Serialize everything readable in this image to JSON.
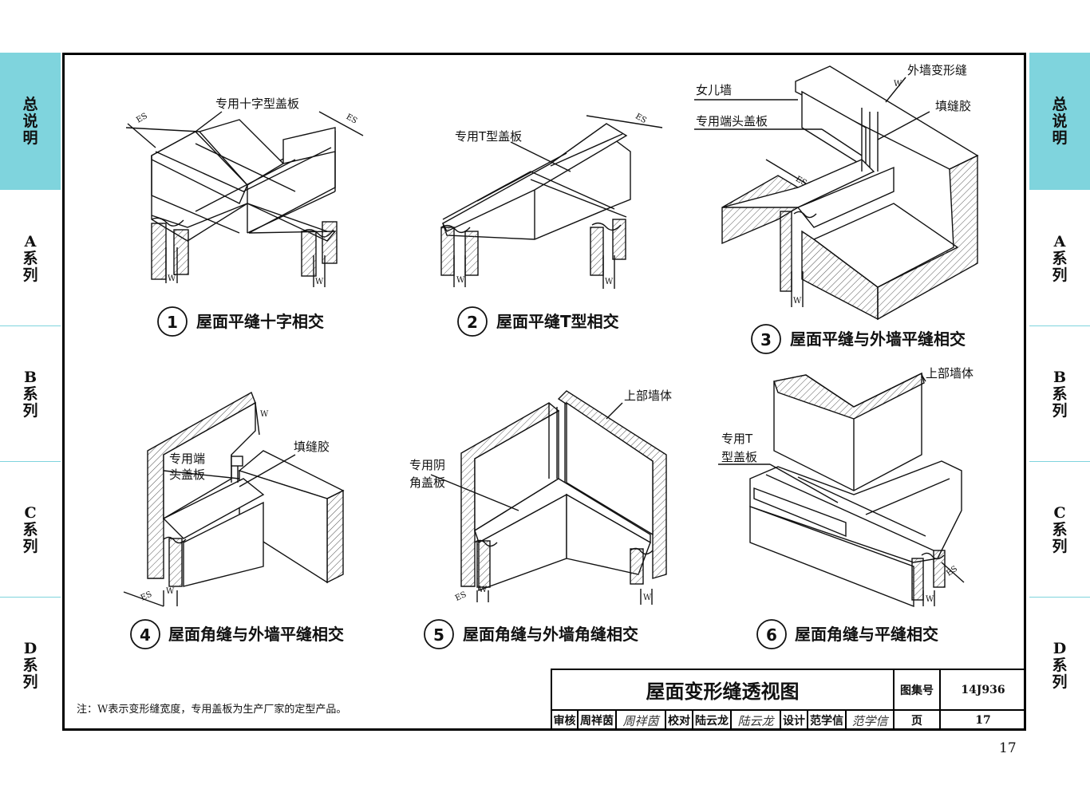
{
  "side_tabs": [
    {
      "label": "总说明",
      "active": true
    },
    {
      "label": "A系列",
      "active": false
    },
    {
      "label": "B系列",
      "active": false
    },
    {
      "label": "C系列",
      "active": false
    },
    {
      "label": "D系列",
      "active": false
    }
  ],
  "figures": [
    {
      "num": "1",
      "caption": "屋面平缝十字相交",
      "labels": [
        "专用十字型盖板"
      ]
    },
    {
      "num": "2",
      "caption": "屋面平缝T型相交",
      "labels": [
        "专用T型盖板"
      ]
    },
    {
      "num": "3",
      "caption": "屋面平缝与外墙平缝相交",
      "labels": [
        "外墙变形缝",
        "女儿墙",
        "填缝胶",
        "专用端头盖板"
      ]
    },
    {
      "num": "4",
      "caption": "屋面角缝与外墙平缝相交",
      "labels": [
        "填缝胶",
        "专用端",
        "头盖板"
      ]
    },
    {
      "num": "5",
      "caption": "屋面角缝与外墙角缝相交",
      "labels": [
        "上部墙体",
        "专用阴",
        "角盖板"
      ]
    },
    {
      "num": "6",
      "caption": "屋面角缝与平缝相交",
      "labels": [
        "上部墙体",
        "专用T",
        "型盖板"
      ]
    }
  ],
  "dims": {
    "es": "ES",
    "w": "W"
  },
  "note": "注：W表示变形缝宽度，专用盖板为生产厂家的定型产品。",
  "title_block": {
    "title": "屋面变形缝透视图",
    "atlas_label": "图集号",
    "atlas_no": "14J936",
    "page_label": "页",
    "page_no": "17",
    "review_label": "审核",
    "review_name": "周祥茵",
    "review_sig": "周祥茵",
    "check_label": "校对",
    "check_name": "陆云龙",
    "check_sig": "陆云龙",
    "design_label": "设计",
    "design_name": "范学信",
    "design_sig": "范学信"
  },
  "page_number": "17"
}
